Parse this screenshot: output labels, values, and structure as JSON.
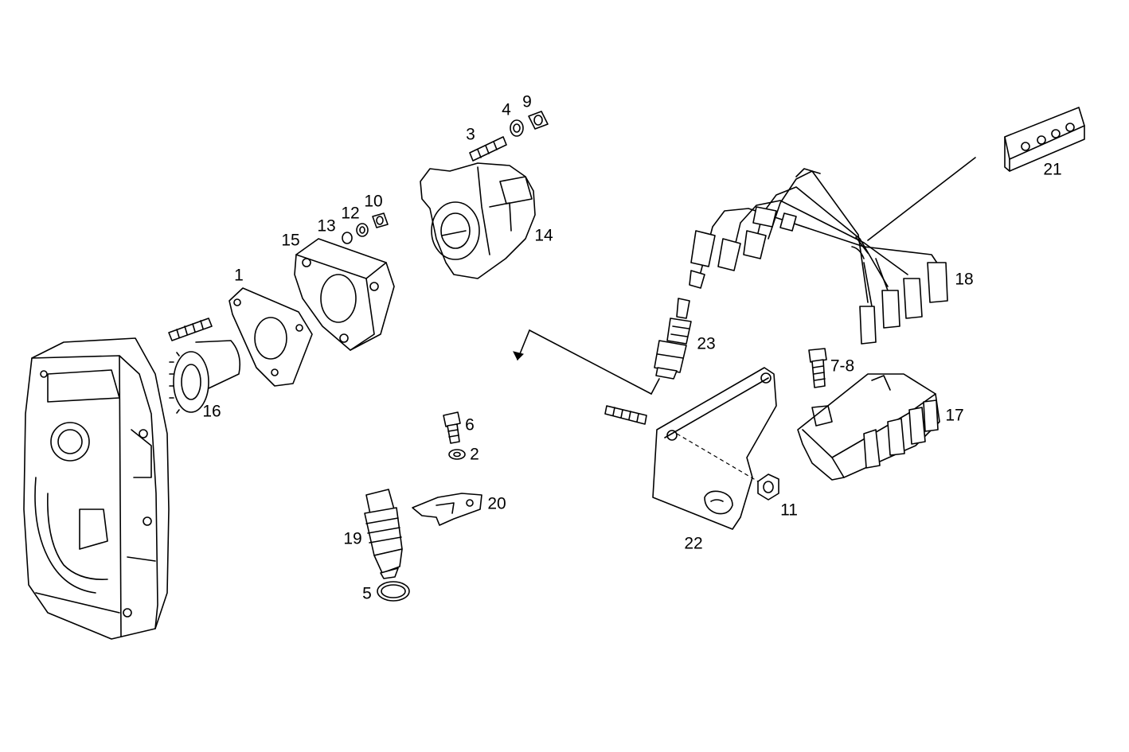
{
  "diagram": {
    "labels": [
      {
        "key": "p1",
        "text": "1"
      },
      {
        "key": "p2",
        "text": "2"
      },
      {
        "key": "p3",
        "text": "3"
      },
      {
        "key": "p4",
        "text": "4"
      },
      {
        "key": "p5",
        "text": "5"
      },
      {
        "key": "p6",
        "text": "6"
      },
      {
        "key": "p78",
        "text": "7-8"
      },
      {
        "key": "p9",
        "text": "9"
      },
      {
        "key": "p10",
        "text": "10"
      },
      {
        "key": "p11",
        "text": "11"
      },
      {
        "key": "p12",
        "text": "12"
      },
      {
        "key": "p13",
        "text": "13"
      },
      {
        "key": "p14",
        "text": "14"
      },
      {
        "key": "p15",
        "text": "15"
      },
      {
        "key": "p16",
        "text": "16"
      },
      {
        "key": "p17",
        "text": "17"
      },
      {
        "key": "p18",
        "text": "18"
      },
      {
        "key": "p19",
        "text": "19"
      },
      {
        "key": "p20",
        "text": "20"
      },
      {
        "key": "p21",
        "text": "21"
      },
      {
        "key": "p22",
        "text": "22"
      },
      {
        "key": "p23",
        "text": "23"
      }
    ]
  }
}
